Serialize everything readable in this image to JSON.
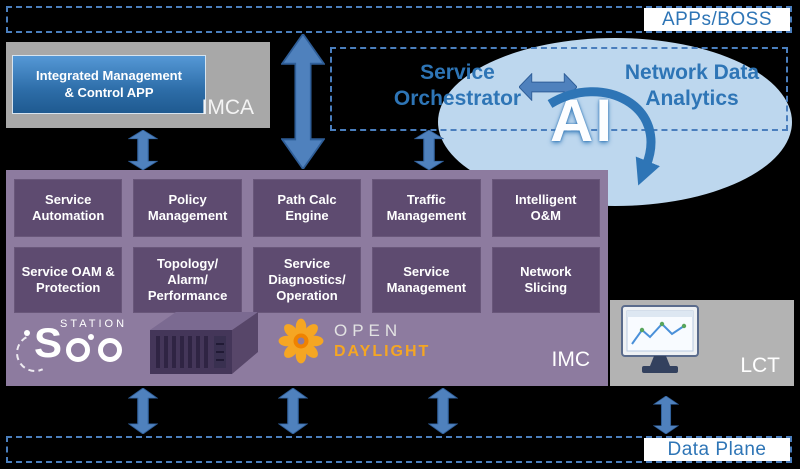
{
  "colors": {
    "accent_blue": "#2e75b6",
    "arrow_blue": "#4f81bd",
    "imc_purple": "#8d7b9f",
    "module_purple": "#5e4b70",
    "imca_grey": "#a8a8a8",
    "lct_grey": "#b3b3b3",
    "ai_ellipse_blue": "#bdd7ee",
    "opendaylight_orange": "#f5a623",
    "background_black": "#000000",
    "app_box_blue": "#2d6da8"
  },
  "top_bar": {
    "label": "APPs/BOSS"
  },
  "imca": {
    "label": "IMCA",
    "app_box_label": "Integrated Management\n& Control APP"
  },
  "orchestration": {
    "service_orchestrator_label": "Service\nOrchestrator",
    "network_data_analytics_label": "Network Data\nAnalytics",
    "ai_label": "AI"
  },
  "imc": {
    "label": "IMC",
    "modules_row1": [
      "Service\nAutomation",
      "Policy\nManagement",
      "Path Calc\nEngine",
      "Traffic\nManagement",
      "Intelligent\nO&M"
    ],
    "modules_row2": [
      "Service OAM &\nProtection",
      "Topology/\nAlarm/\nPerformance",
      "Service\nDiagnostics/\nOperation",
      "Service\nManagement",
      "Network\nSlicing"
    ],
    "station_logo": {
      "word": "STATION",
      "wordmark": "SOO",
      "s": "S"
    },
    "opendaylight_logo": {
      "open": "OPEN",
      "daylight": "DAYLIGHT"
    }
  },
  "lct": {
    "label": "LCT"
  },
  "bottom_bar": {
    "label": "Data Plane"
  },
  "icons": {
    "double_arrow": "double-headed-arrow",
    "ai_swoosh": "curved-arrow",
    "opendaylight_flower": "petal-flower",
    "server": "server-chassis-3d",
    "monitor": "lct-monitor"
  }
}
